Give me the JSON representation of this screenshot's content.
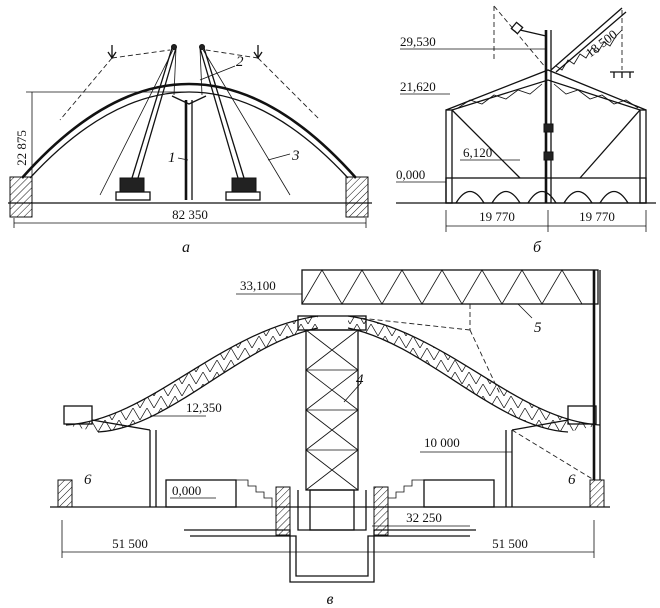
{
  "panel_a": {
    "caption": "а",
    "dim_height": "22 875",
    "dim_span": "82 350",
    "callout_1": "1",
    "callout_2": "2",
    "callout_3": "3"
  },
  "panel_b": {
    "caption": "б",
    "elev_top": "29,530",
    "elev_mid": "21,620",
    "elev_inner": "6,120",
    "elev_ground": "0,000",
    "dim_boom": "18 500",
    "dim_left": "19 770",
    "dim_right": "19 770"
  },
  "panel_c": {
    "caption": "в",
    "elev_top": "33,100",
    "elev_ring": "12,350",
    "elev_ground": "0,000",
    "dim_height": "10 000",
    "dim_left": "51 500",
    "dim_right": "51 500",
    "dim_center": "32 250",
    "callout_4": "4",
    "callout_5": "5",
    "callout_6_left": "6",
    "callout_6_right": "6"
  }
}
